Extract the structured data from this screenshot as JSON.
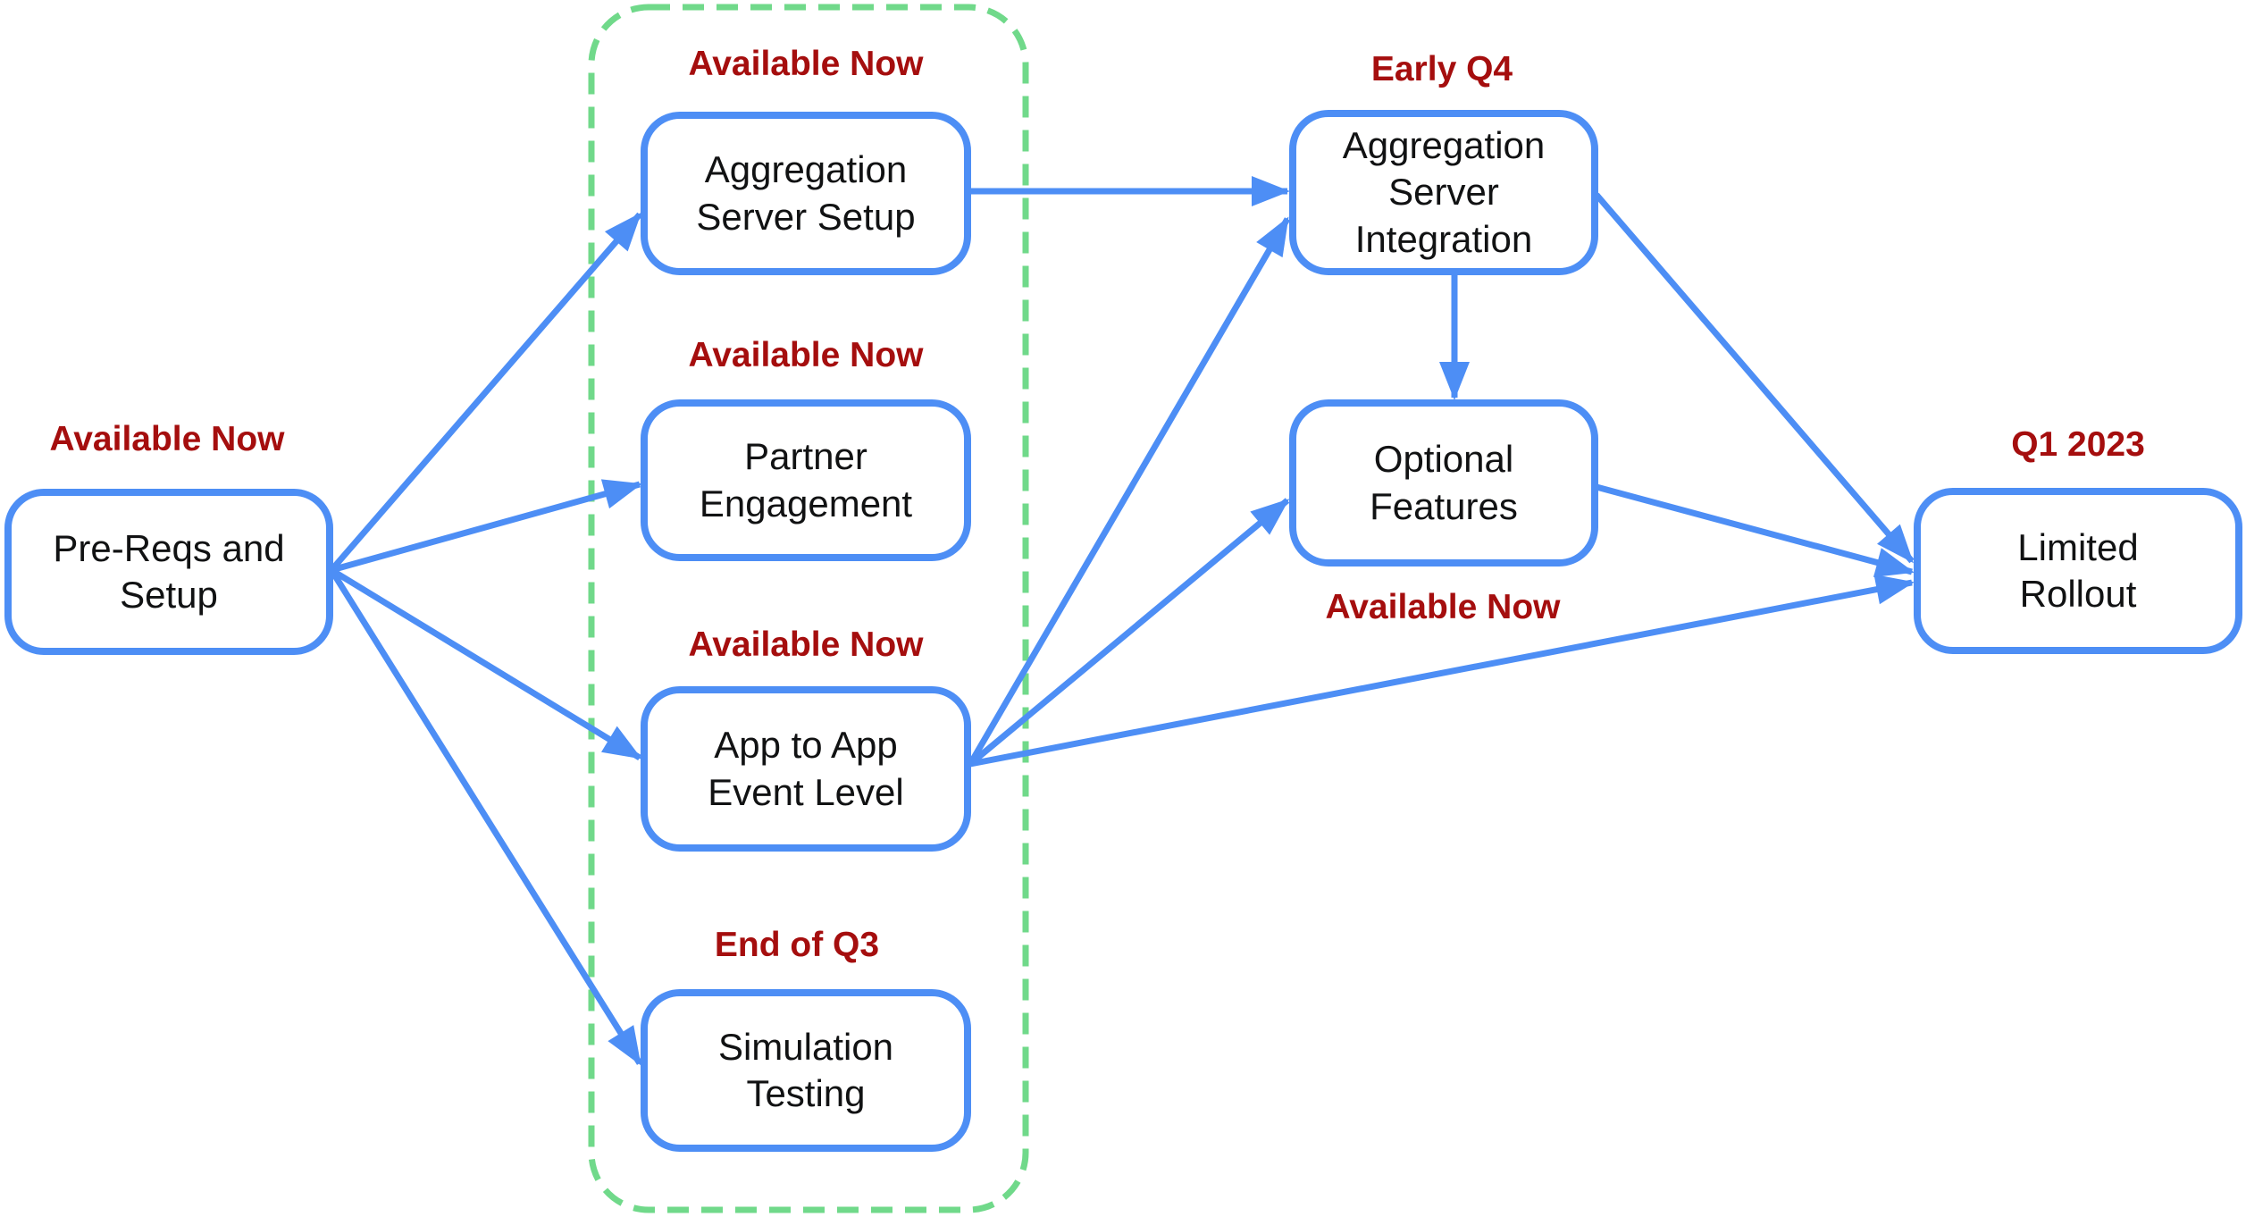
{
  "diagram": {
    "nodes": [
      {
        "id": "pre-reqs-setup",
        "label": "Pre-Reqs and\nSetup",
        "milestone": "Available Now"
      },
      {
        "id": "aggregation-server-setup",
        "label": "Aggregation\nServer Setup",
        "milestone": "Available Now"
      },
      {
        "id": "partner-engagement",
        "label": "Partner\nEngagement",
        "milestone": "Available Now"
      },
      {
        "id": "app-to-app-event-level",
        "label": "App to App\nEvent Level",
        "milestone": "Available Now"
      },
      {
        "id": "simulation-testing",
        "label": "Simulation\nTesting",
        "milestone": "End of Q3"
      },
      {
        "id": "aggregation-server-integration",
        "label": "Aggregation\nServer\nIntegration",
        "milestone": "Early Q4"
      },
      {
        "id": "optional-features",
        "label": "Optional\nFeatures",
        "milestone": "Available Now"
      },
      {
        "id": "limited-rollout",
        "label": "Limited\nRollout",
        "milestone": "Q1 2023"
      }
    ],
    "edges": [
      {
        "from": "pre-reqs-setup",
        "to": "aggregation-server-setup"
      },
      {
        "from": "pre-reqs-setup",
        "to": "partner-engagement"
      },
      {
        "from": "pre-reqs-setup",
        "to": "app-to-app-event-level"
      },
      {
        "from": "pre-reqs-setup",
        "to": "simulation-testing"
      },
      {
        "from": "aggregation-server-setup",
        "to": "aggregation-server-integration"
      },
      {
        "from": "app-to-app-event-level",
        "to": "aggregation-server-integration"
      },
      {
        "from": "app-to-app-event-level",
        "to": "optional-features"
      },
      {
        "from": "app-to-app-event-level",
        "to": "limited-rollout"
      },
      {
        "from": "aggregation-server-integration",
        "to": "optional-features"
      },
      {
        "from": "aggregation-server-integration",
        "to": "limited-rollout"
      },
      {
        "from": "optional-features",
        "to": "limited-rollout"
      }
    ],
    "group": {
      "id": "available-now-group",
      "contains": [
        "aggregation-server-setup",
        "partner-engagement",
        "app-to-app-event-level",
        "simulation-testing"
      ]
    },
    "colors": {
      "node_border": "#4D8EF5",
      "edge": "#4D8EF5",
      "group_border": "#70D98A",
      "milestone_text": "#A50E0E",
      "node_text": "#111213"
    }
  }
}
